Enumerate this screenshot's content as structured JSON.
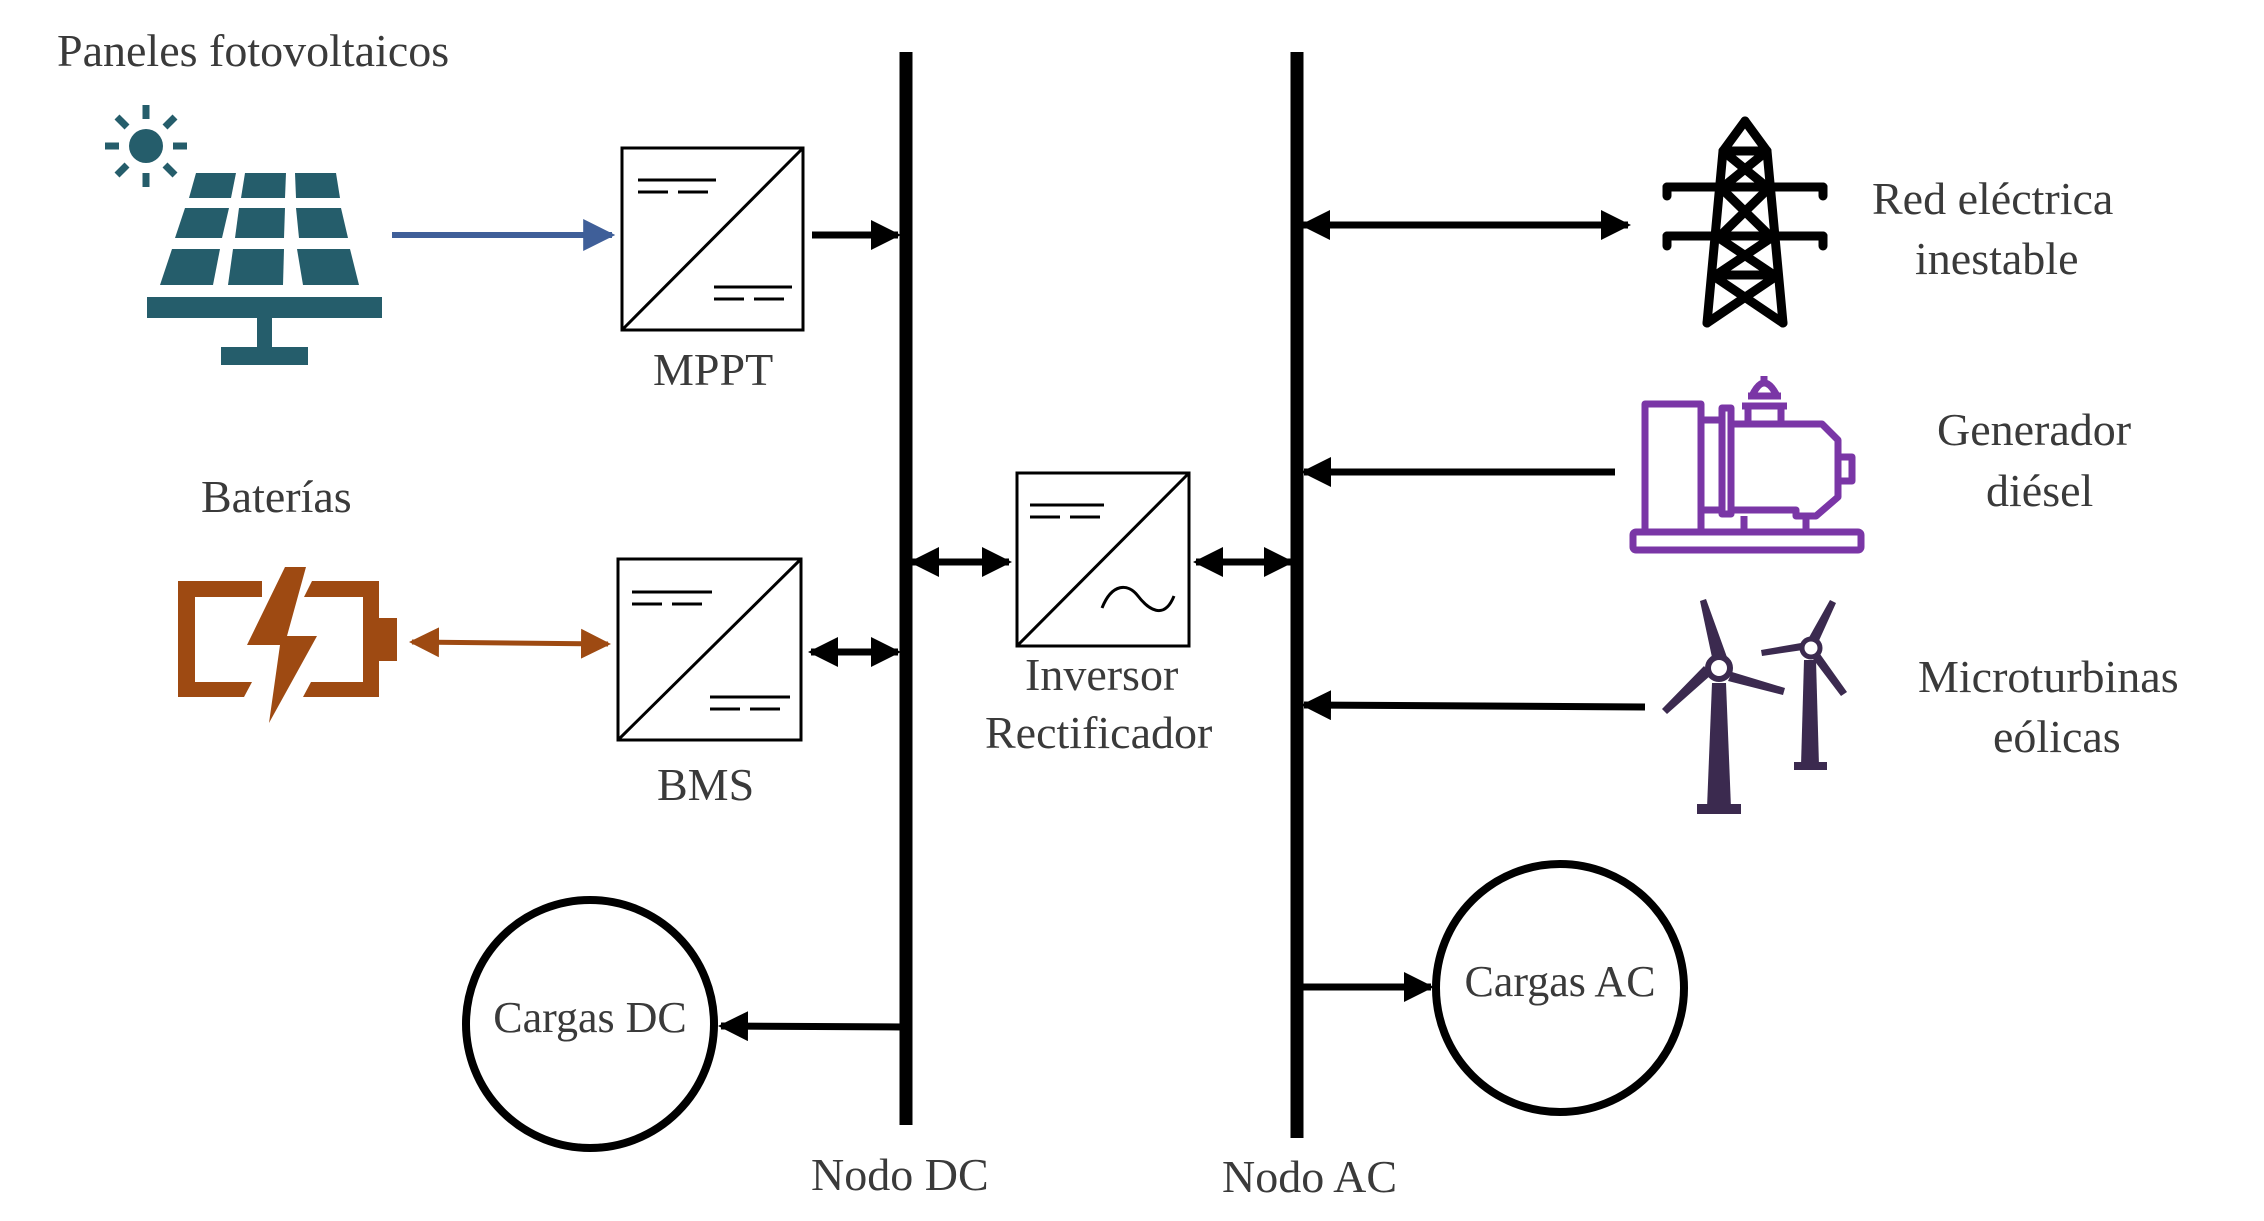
{
  "labels": {
    "paneles": "Paneles fotovoltaicos",
    "baterias": "Baterías",
    "mppt": "MPPT",
    "bms": "BMS",
    "inversor_1": "Inversor",
    "inversor_2": "Rectificador",
    "red_1": "Red eléctrica",
    "red_2": "inestable",
    "generador_1": "Generador",
    "generador_2": "diésel",
    "micro_1": "Microturbinas",
    "micro_2": "eólicas",
    "cargas_dc": "Cargas DC",
    "cargas_ac": "Cargas AC",
    "nodo_dc": "Nodo DC",
    "nodo_ac": "Nodo AC"
  },
  "colors": {
    "solar": "#255d6b",
    "solar_arrow": "#3f5f99",
    "battery": "#9e4a12",
    "generator": "#7a36a6",
    "wind": "#3b2a4f",
    "line": "#000000"
  },
  "icons": {
    "sun": "sun-icon",
    "solar_panel": "solar-panel-icon",
    "battery": "battery-charging-icon",
    "tower": "transmission-tower-icon",
    "generator": "diesel-generator-icon",
    "turbine": "wind-turbine-icon"
  }
}
